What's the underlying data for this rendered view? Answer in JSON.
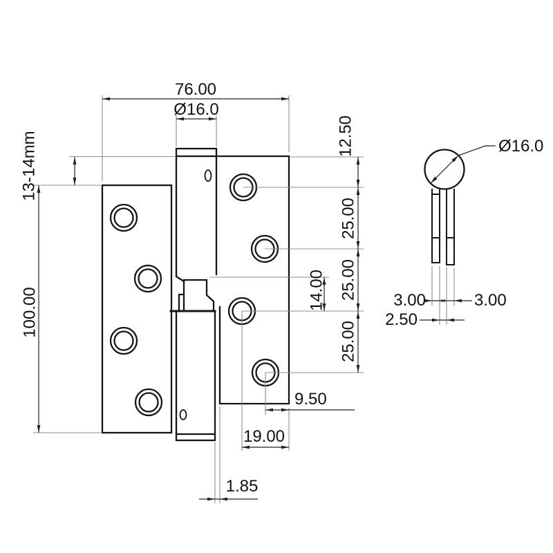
{
  "front_view": {
    "labels": {
      "overall_width": "76.00",
      "pin_diameter": "Ø16.0",
      "rise_adjustment": "13-14mm",
      "leaf_height": "100.00",
      "top_hole_offset": "12.50",
      "hole_pitch_a": "25.00",
      "hole_pitch_b": "25.00",
      "hole_pitch_c": "25.00",
      "center_to_hole": "14.00",
      "hole_to_edge_near": "9.50",
      "hole_to_edge_far": "19.00",
      "leaf_offset": "1.85"
    }
  },
  "detail_view": {
    "labels": {
      "pin_diameter": "Ø16.0",
      "left_leg_width": "3.00",
      "right_leg_width": "3.00",
      "leg_gap": "2.50"
    }
  },
  "style": {
    "outline_color": "#141414",
    "dim_color": "#222222",
    "ext_color": "#8c8c8c",
    "background": "#ffffff"
  }
}
